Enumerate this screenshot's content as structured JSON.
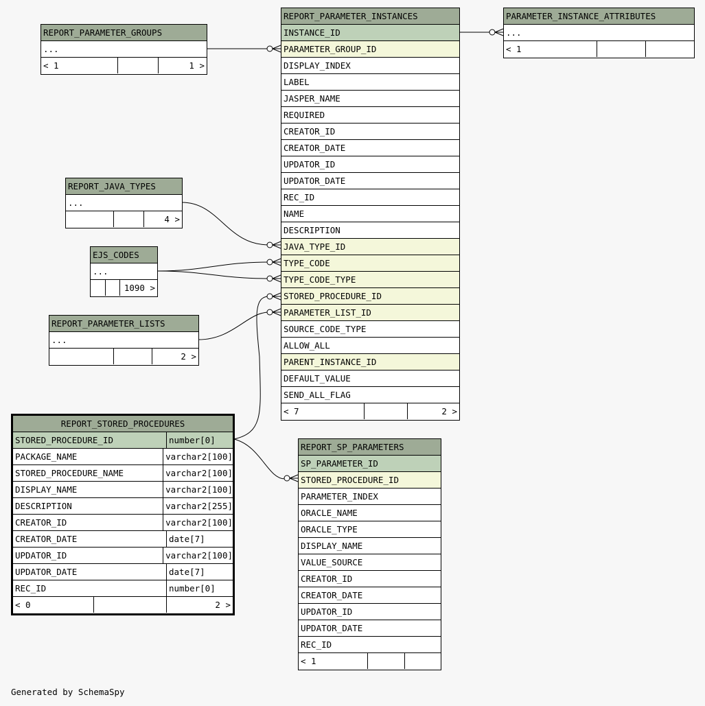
{
  "diagram": {
    "credit": "Generated by SchemaSpy",
    "tables": {
      "report_parameter_groups": {
        "name": "REPORT_PARAMETER_GROUPS",
        "ellipsis": "...",
        "footer": {
          "left": "< 1",
          "mid": "",
          "right": "1 >"
        }
      },
      "report_parameter_instances": {
        "name": "REPORT_PARAMETER_INSTANCES",
        "columns": [
          {
            "name": "INSTANCE_ID",
            "key": "pk"
          },
          {
            "name": "PARAMETER_GROUP_ID",
            "key": "fk"
          },
          {
            "name": "DISPLAY_INDEX",
            "key": ""
          },
          {
            "name": "LABEL",
            "key": ""
          },
          {
            "name": "JASPER_NAME",
            "key": ""
          },
          {
            "name": "REQUIRED",
            "key": ""
          },
          {
            "name": "CREATOR_ID",
            "key": ""
          },
          {
            "name": "CREATOR_DATE",
            "key": ""
          },
          {
            "name": "UPDATOR_ID",
            "key": ""
          },
          {
            "name": "UPDATOR_DATE",
            "key": ""
          },
          {
            "name": "REC_ID",
            "key": ""
          },
          {
            "name": "NAME",
            "key": ""
          },
          {
            "name": "DESCRIPTION",
            "key": ""
          },
          {
            "name": "JAVA_TYPE_ID",
            "key": "fk"
          },
          {
            "name": "TYPE_CODE",
            "key": "fk"
          },
          {
            "name": "TYPE_CODE_TYPE",
            "key": "fk"
          },
          {
            "name": "STORED_PROCEDURE_ID",
            "key": "fk"
          },
          {
            "name": "PARAMETER_LIST_ID",
            "key": "fk"
          },
          {
            "name": "SOURCE_CODE_TYPE",
            "key": ""
          },
          {
            "name": "ALLOW_ALL",
            "key": ""
          },
          {
            "name": "PARENT_INSTANCE_ID",
            "key": "fk"
          },
          {
            "name": "DEFAULT_VALUE",
            "key": ""
          },
          {
            "name": "SEND_ALL_FLAG",
            "key": ""
          }
        ],
        "footer": {
          "left": "< 7",
          "mid": "",
          "right": "2 >"
        }
      },
      "parameter_instance_attributes": {
        "name": "PARAMETER_INSTANCE_ATTRIBUTES",
        "ellipsis": "...",
        "footer": {
          "left": "< 1",
          "mid": "",
          "right": ""
        }
      },
      "report_java_types": {
        "name": "REPORT_JAVA_TYPES",
        "ellipsis": "...",
        "footer": {
          "left": "",
          "mid": "",
          "right": "4 >"
        }
      },
      "ejs_codes": {
        "name": "EJS_CODES",
        "ellipsis": "...",
        "footer": {
          "left": "",
          "mid": "",
          "right": "1090 >"
        }
      },
      "report_parameter_lists": {
        "name": "REPORT_PARAMETER_LISTS",
        "ellipsis": "...",
        "footer": {
          "left": "",
          "mid": "",
          "right": "2 >"
        }
      },
      "report_stored_procedures": {
        "name": "REPORT_STORED_PROCEDURES",
        "columns": [
          {
            "name": "STORED_PROCEDURE_ID",
            "type": "number[0]",
            "key": "pk"
          },
          {
            "name": "PACKAGE_NAME",
            "type": "varchar2[100]",
            "key": ""
          },
          {
            "name": "STORED_PROCEDURE_NAME",
            "type": "varchar2[100]",
            "key": ""
          },
          {
            "name": "DISPLAY_NAME",
            "type": "varchar2[100]",
            "key": ""
          },
          {
            "name": "DESCRIPTION",
            "type": "varchar2[255]",
            "key": ""
          },
          {
            "name": "CREATOR_ID",
            "type": "varchar2[100]",
            "key": ""
          },
          {
            "name": "CREATOR_DATE",
            "type": "date[7]",
            "key": ""
          },
          {
            "name": "UPDATOR_ID",
            "type": "varchar2[100]",
            "key": ""
          },
          {
            "name": "UPDATOR_DATE",
            "type": "date[7]",
            "key": ""
          },
          {
            "name": "REC_ID",
            "type": "number[0]",
            "key": ""
          }
        ],
        "footer": {
          "left": "< 0",
          "mid": "",
          "right": "2 >"
        }
      },
      "report_sp_parameters": {
        "name": "REPORT_SP_PARAMETERS",
        "columns": [
          {
            "name": "SP_PARAMETER_ID",
            "key": "pk"
          },
          {
            "name": "STORED_PROCEDURE_ID",
            "key": "fk"
          },
          {
            "name": "PARAMETER_INDEX",
            "key": ""
          },
          {
            "name": "ORACLE_NAME",
            "key": ""
          },
          {
            "name": "ORACLE_TYPE",
            "key": ""
          },
          {
            "name": "DISPLAY_NAME",
            "key": ""
          },
          {
            "name": "VALUE_SOURCE",
            "key": ""
          },
          {
            "name": "CREATOR_ID",
            "key": ""
          },
          {
            "name": "CREATOR_DATE",
            "key": ""
          },
          {
            "name": "UPDATOR_ID",
            "key": ""
          },
          {
            "name": "UPDATOR_DATE",
            "key": ""
          },
          {
            "name": "REC_ID",
            "key": ""
          }
        ],
        "footer": {
          "left": "< 1",
          "mid": "",
          "right": ""
        }
      }
    }
  }
}
